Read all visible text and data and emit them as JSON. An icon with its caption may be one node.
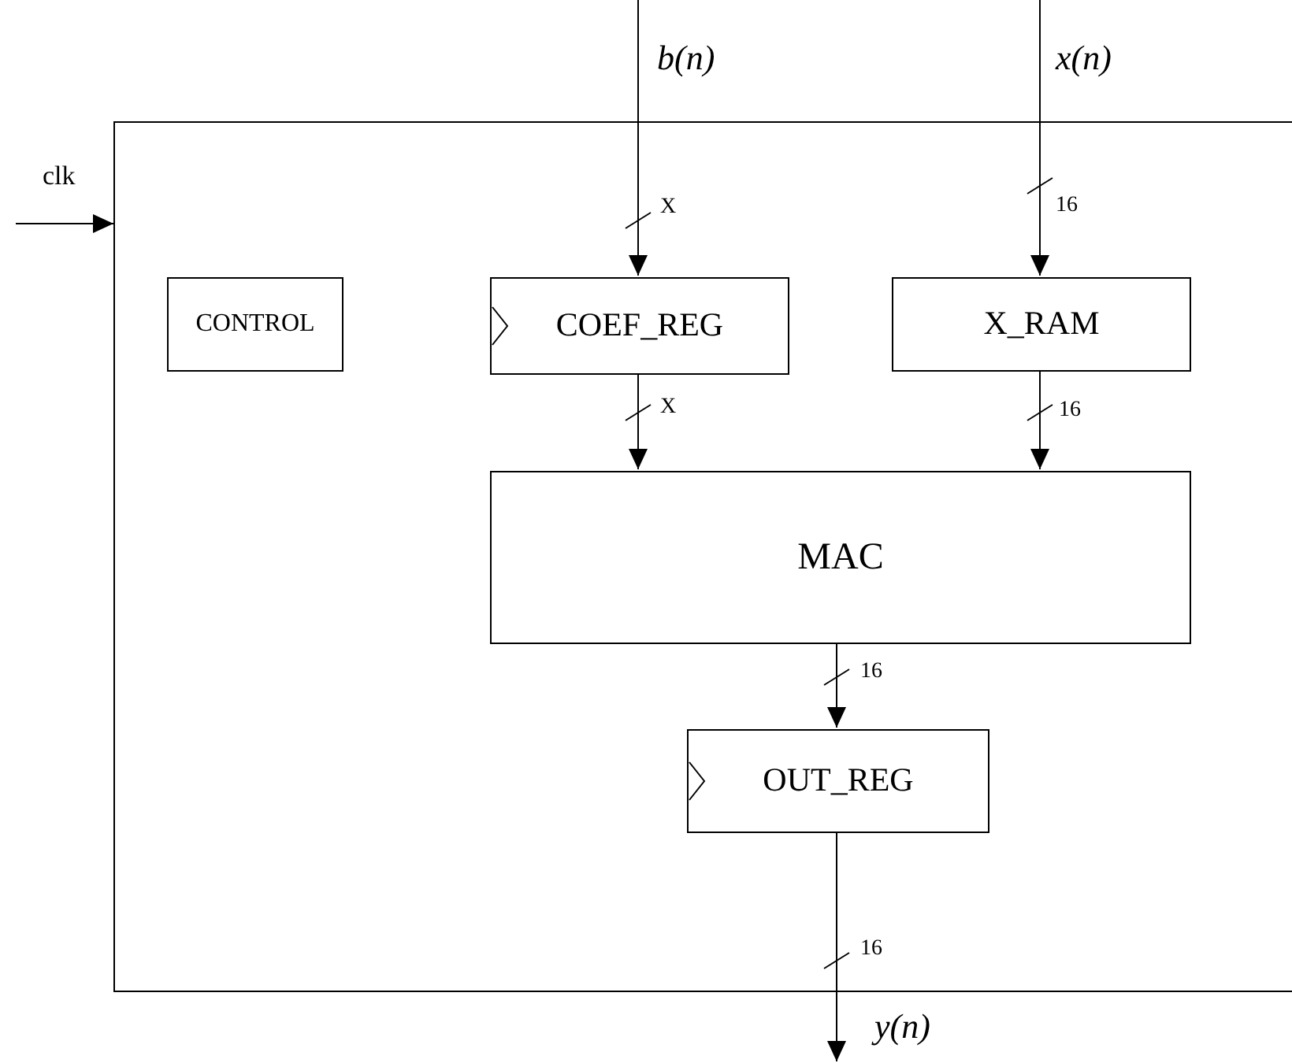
{
  "diagram": {
    "nodes": [
      {
        "text": [],
        "shape": "box"
      },
      {
        "text": [
          "CONTROL"
        ],
        "in": 0
      },
      {
        "text": [
          "COEF_REG"
        ],
        "in": 0
      },
      {
        "text": [
          "X_RAM"
        ],
        "in": 0
      },
      {
        "text": [
          "MAC"
        ],
        "in": 0
      },
      {
        "text": [
          "OUT_REG"
        ],
        "in": 0
      }
    ],
    "edges": [
      {
        "from": null,
        "to": 2,
        "arrow": "to",
        "label": "b(n)"
      },
      {
        "from": null,
        "to": 3,
        "arrow": "to",
        "label": "x(n)"
      },
      {
        "from": 2,
        "to": 4,
        "arrow": "to"
      },
      {
        "from": 3,
        "to": 4,
        "arrow": "to"
      },
      {
        "from": 4,
        "to": 5,
        "arrow": "to"
      },
      {
        "from": 5,
        "to": null,
        "arrow": "to",
        "label": "y(n)"
      },
      {
        "from": null,
        "to": 0,
        "arrow": "to",
        "label": "clk"
      }
    ],
    "labels": [
      "X",
      "16",
      "X",
      "16",
      "16",
      "16"
    ]
  }
}
